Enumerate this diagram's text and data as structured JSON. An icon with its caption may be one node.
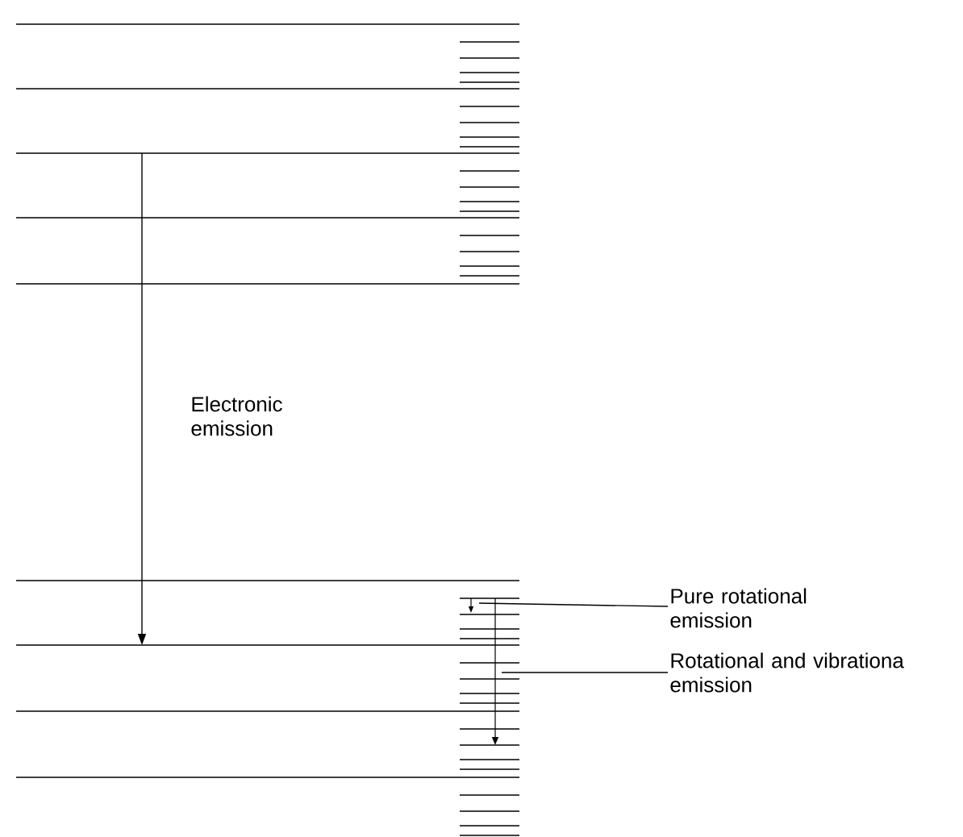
{
  "diagram": {
    "nodes": [
      {
        "text": [
          "Pure rotational emission"
        ]
      },
      {
        "text": [
          "Rotational and vibrationa emission"
        ]
      }
    ],
    "edges": [
      {
        "from": 0,
        "to": null,
        "arrow": "none"
      },
      {
        "from": 1,
        "to": null,
        "arrow": "none"
      }
    ],
    "labels": [
      "Electronic emission"
    ]
  }
}
